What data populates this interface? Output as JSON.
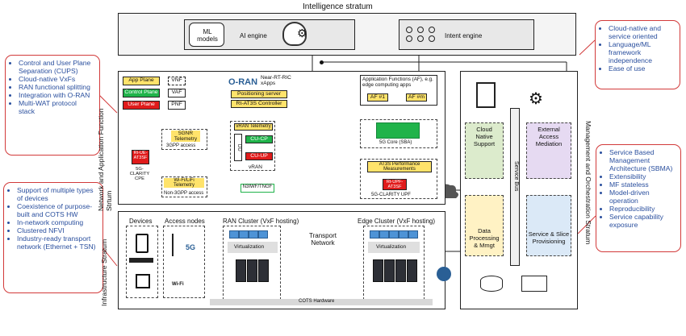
{
  "title": "Intelligence stratum",
  "intelligence": {
    "ml_models": "ML models",
    "ai_engine": "AI engine",
    "intent_engine": "Intent engine"
  },
  "callouts": {
    "top_left": [
      "Control and User Plane Separation (CUPS)",
      "Cloud-native VxFs",
      "RAN functional splitting",
      "Integration with O-RAN",
      "Multi-WAT protocol stack"
    ],
    "bottom_left": [
      "Support of multiple types of devices",
      "Coexistence of purpose-built and COTS HW",
      "In-network computing",
      "Clustered NFVI",
      "Industry-ready transport network (Ethernet + TSN)"
    ],
    "top_right": [
      "Cloud-native and service oriented",
      "Language/ML framework independence",
      "Ease of use"
    ],
    "bottom_right": [
      "Service Based Management Architecture (SBMA)",
      "Extensibility",
      "MF stateless",
      "Model-driven operation",
      "Reproducibility",
      "Service capability exposure"
    ]
  },
  "network": {
    "stratum_label": "Network and Application Function Strtum",
    "legend": {
      "app_plane": "App Plane",
      "control_plane": "Control Plane",
      "user_plane": "User Plane",
      "vnf": "VNF",
      "vaf": "VAF",
      "pnf": "PNF"
    },
    "oran_logo": "O-RAN",
    "ric": "Near-RT-RIC xApps",
    "positioning": "Positioning server",
    "at3s_controller": "Rt-AT3S Controller",
    "app_functions": "Application Functions (AF), e.g. edge computing apps",
    "af1": "AF #1",
    "afm": "AF #m",
    "rt_ue": "Rt-UE-AT3SF",
    "cpe": "5G-CLARITY CPE",
    "sgnr_telemetry": "5GNR Telemetry",
    "sgpp_access": "3GPP access",
    "wifi_telemetry": "Wi-Fi/LiFi Telemetry",
    "non3gpp": "Non-3GPP access",
    "vran_telemetry": "vRAN Telemetry",
    "cu_cp": "CU-CP",
    "cu_up": "CU-UP",
    "du": "DU",
    "vran": "vRAN",
    "n3iwf": "N3IWF/TNGF",
    "core": "5G Core (SBA)",
    "at3s_perf": "AT3S Performance Measurements",
    "rt_upf": "Rt-UPF-AT3SF",
    "upf": "5G-CLARITY UPF"
  },
  "infra": {
    "stratum_label": "Infrastructure Stratum",
    "devices": "Devices",
    "access_nodes": "Access nodes",
    "ran_cluster": "RAN Cluster (VxF hosting)",
    "transport": "Transport Network",
    "edge_cluster": "Edge Cluster (VxF hosting)",
    "virtualization1": "Virtualization",
    "virtualization2": "Virtualization",
    "cots": "COTS Hardware",
    "fiveg_badge": "5G",
    "wifi_badge": "Wi-Fi"
  },
  "management": {
    "stratum_label": "Management and Orchestration Stratum",
    "service_bus": "Service Bus",
    "cloud_native": "Cloud Native Support",
    "external_access": "External Access Mediation",
    "data_processing": "Data Processing & Mmgt",
    "slice": "Service & Slice Provisioning"
  },
  "colors": {
    "control_plane": "#20b34a",
    "user_plane": "#e01b1b",
    "app_plane": "#ffe36b",
    "callout_border": "#d23a3a",
    "callout_text": "#2a4f9e"
  }
}
